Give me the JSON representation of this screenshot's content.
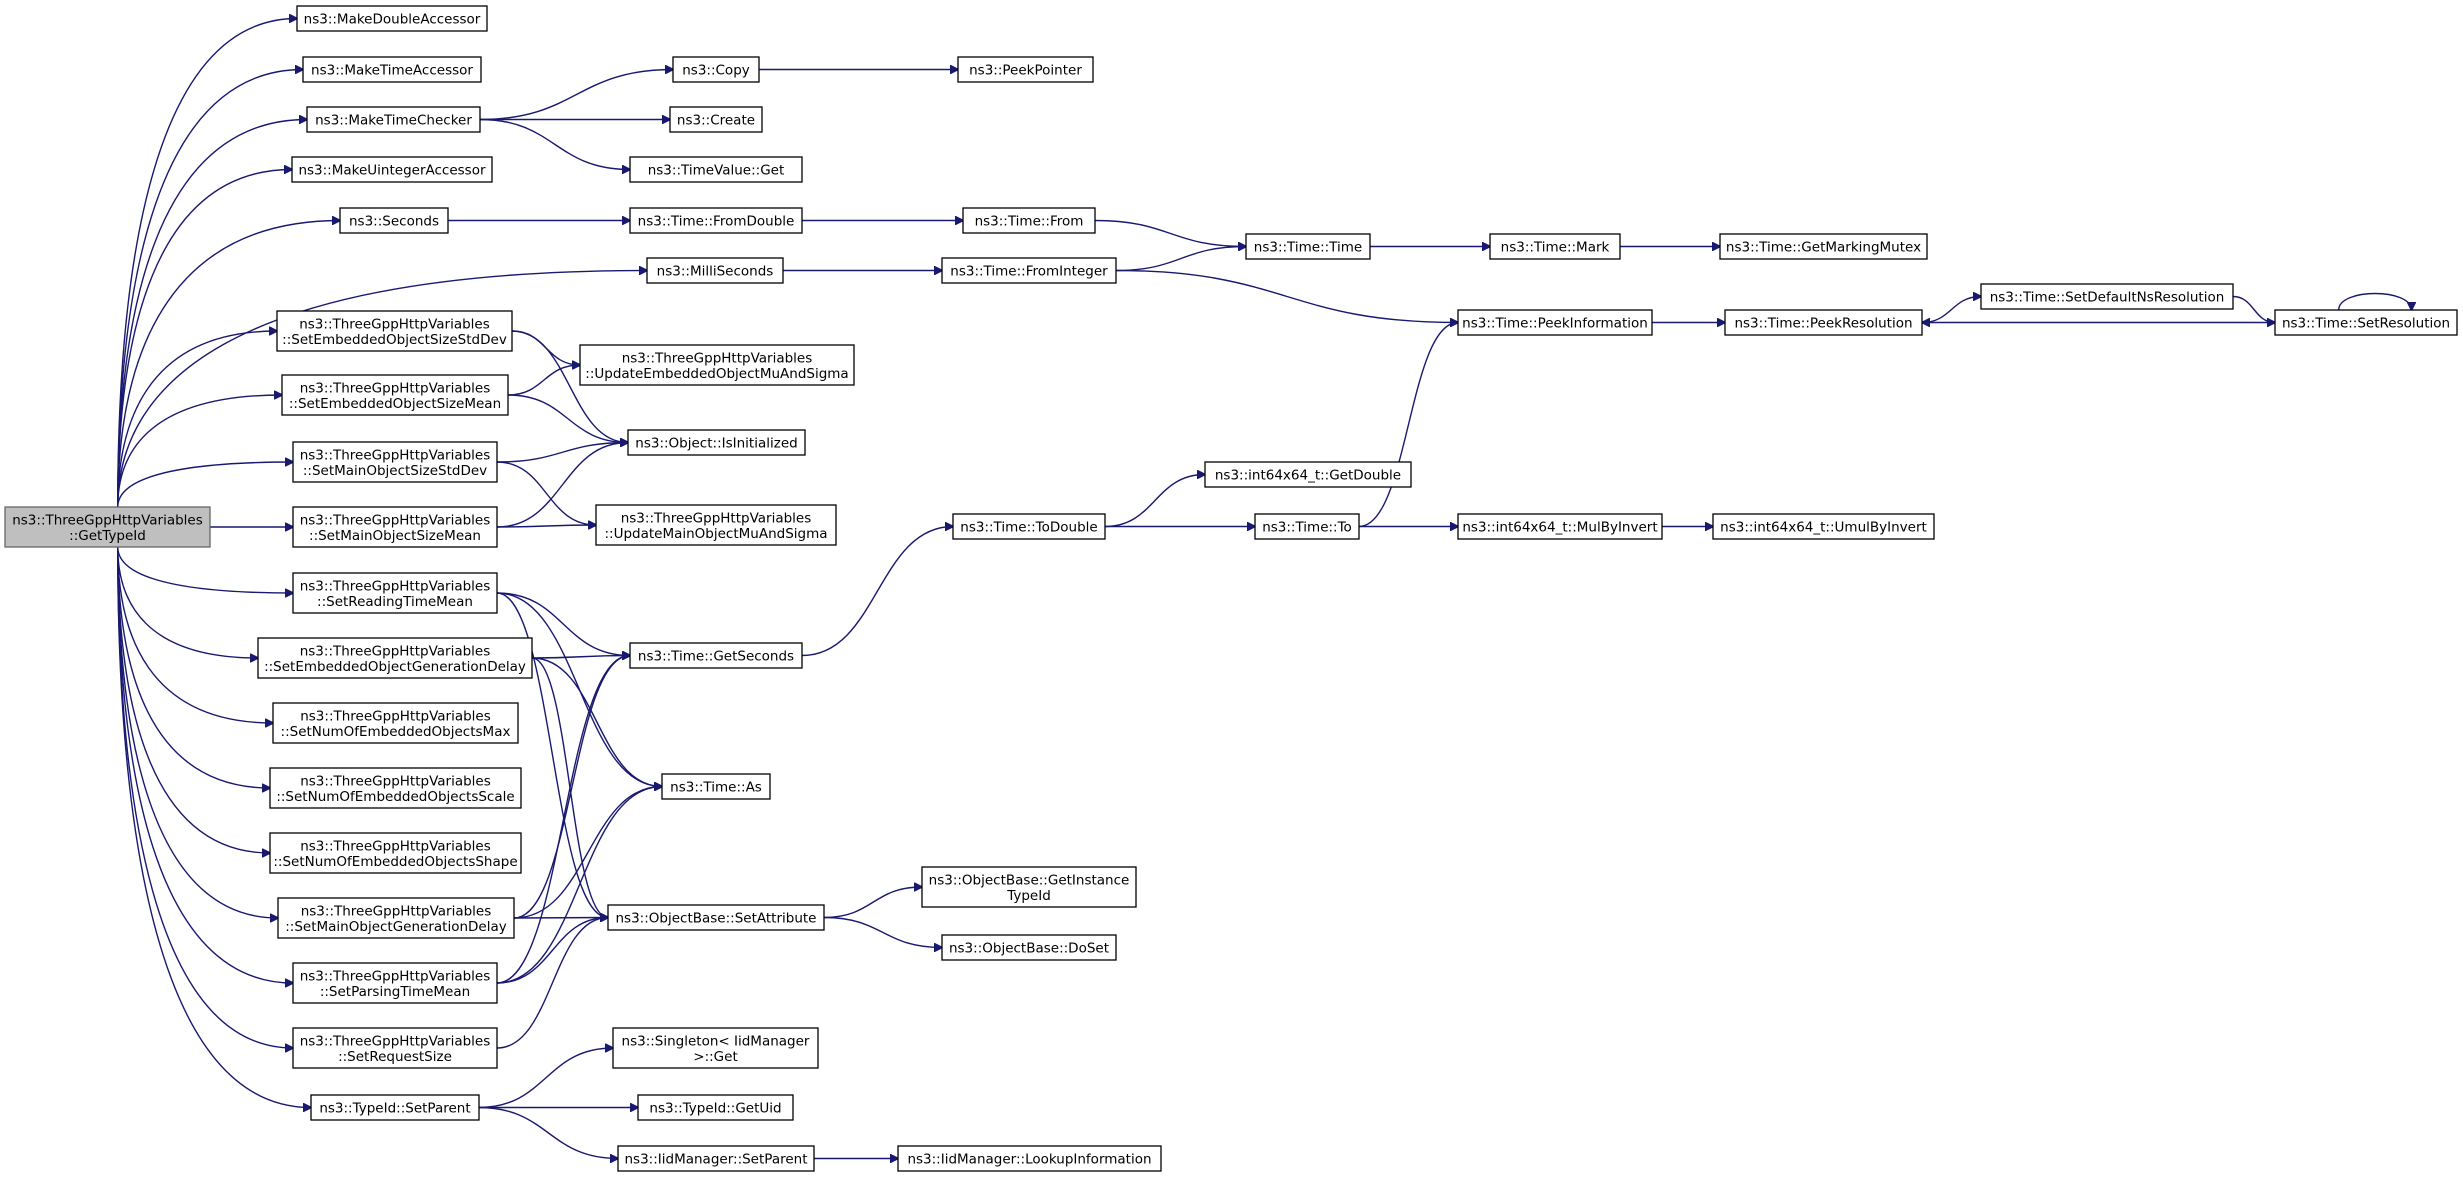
{
  "graph": {
    "root": "getTypeId",
    "nodes": [
      {
        "id": "getTypeId",
        "lines": [
          "ns3::ThreeGppHttpVariables",
          "::GetTypeId"
        ]
      },
      {
        "id": "makeDoubleAccessor",
        "lines": [
          "ns3::MakeDoubleAccessor"
        ]
      },
      {
        "id": "makeTimeAccessor",
        "lines": [
          "ns3::MakeTimeAccessor"
        ]
      },
      {
        "id": "makeTimeChecker",
        "lines": [
          "ns3::MakeTimeChecker"
        ]
      },
      {
        "id": "makeUintegerAccessor",
        "lines": [
          "ns3::MakeUintegerAccessor"
        ]
      },
      {
        "id": "seconds",
        "lines": [
          "ns3::Seconds"
        ]
      },
      {
        "id": "milliSeconds",
        "lines": [
          "ns3::MilliSeconds"
        ]
      },
      {
        "id": "setEmbObjSizeStdDev",
        "lines": [
          "ns3::ThreeGppHttpVariables",
          "::SetEmbeddedObjectSizeStdDev"
        ]
      },
      {
        "id": "setEmbObjSizeMean",
        "lines": [
          "ns3::ThreeGppHttpVariables",
          "::SetEmbeddedObjectSizeMean"
        ]
      },
      {
        "id": "setMainObjSizeStdDev",
        "lines": [
          "ns3::ThreeGppHttpVariables",
          "::SetMainObjectSizeStdDev"
        ]
      },
      {
        "id": "setMainObjSizeMean",
        "lines": [
          "ns3::ThreeGppHttpVariables",
          "::SetMainObjectSizeMean"
        ]
      },
      {
        "id": "setReadingTimeMean",
        "lines": [
          "ns3::ThreeGppHttpVariables",
          "::SetReadingTimeMean"
        ]
      },
      {
        "id": "setEmbObjGenDelay",
        "lines": [
          "ns3::ThreeGppHttpVariables",
          "::SetEmbeddedObjectGenerationDelay"
        ]
      },
      {
        "id": "setNumEmbObjMax",
        "lines": [
          "ns3::ThreeGppHttpVariables",
          "::SetNumOfEmbeddedObjectsMax"
        ]
      },
      {
        "id": "setNumEmbObjScale",
        "lines": [
          "ns3::ThreeGppHttpVariables",
          "::SetNumOfEmbeddedObjectsScale"
        ]
      },
      {
        "id": "setNumEmbObjShape",
        "lines": [
          "ns3::ThreeGppHttpVariables",
          "::SetNumOfEmbeddedObjectsShape"
        ]
      },
      {
        "id": "setMainObjGenDelay",
        "lines": [
          "ns3::ThreeGppHttpVariables",
          "::SetMainObjectGenerationDelay"
        ]
      },
      {
        "id": "setParsingTimeMean",
        "lines": [
          "ns3::ThreeGppHttpVariables",
          "::SetParsingTimeMean"
        ]
      },
      {
        "id": "setRequestSize",
        "lines": [
          "ns3::ThreeGppHttpVariables",
          "::SetRequestSize"
        ]
      },
      {
        "id": "typeIdSetParent",
        "lines": [
          "ns3::TypeId::SetParent"
        ]
      },
      {
        "id": "copy",
        "lines": [
          "ns3::Copy"
        ]
      },
      {
        "id": "create",
        "lines": [
          "ns3::Create"
        ]
      },
      {
        "id": "timeValueGet",
        "lines": [
          "ns3::TimeValue::Get"
        ]
      },
      {
        "id": "timeFromDouble",
        "lines": [
          "ns3::Time::FromDouble"
        ]
      },
      {
        "id": "updateEmbMuSigma",
        "lines": [
          "ns3::ThreeGppHttpVariables",
          "::UpdateEmbeddedObjectMuAndSigma"
        ]
      },
      {
        "id": "objectIsInitialized",
        "lines": [
          "ns3::Object::IsInitialized"
        ]
      },
      {
        "id": "updateMainMuSigma",
        "lines": [
          "ns3::ThreeGppHttpVariables",
          "::UpdateMainObjectMuAndSigma"
        ]
      },
      {
        "id": "timeGetSeconds",
        "lines": [
          "ns3::Time::GetSeconds"
        ]
      },
      {
        "id": "timeAs",
        "lines": [
          "ns3::Time::As"
        ]
      },
      {
        "id": "objectBaseSetAttribute",
        "lines": [
          "ns3::ObjectBase::SetAttribute"
        ]
      },
      {
        "id": "singletonGet",
        "lines": [
          "ns3::Singleton< IidManager",
          ">::Get"
        ]
      },
      {
        "id": "typeIdGetUid",
        "lines": [
          "ns3::TypeId::GetUid"
        ]
      },
      {
        "id": "iidManagerSetParent",
        "lines": [
          "ns3::IidManager::SetParent"
        ]
      },
      {
        "id": "peekPointer",
        "lines": [
          "ns3::PeekPointer"
        ]
      },
      {
        "id": "timeFrom",
        "lines": [
          "ns3::Time::From"
        ]
      },
      {
        "id": "timeFromInteger",
        "lines": [
          "ns3::Time::FromInteger"
        ]
      },
      {
        "id": "timeToDouble",
        "lines": [
          "ns3::Time::ToDouble"
        ]
      },
      {
        "id": "objectBaseGetInstanceTypeId",
        "lines": [
          "ns3::ObjectBase::GetInstance",
          "TypeId"
        ]
      },
      {
        "id": "objectBaseDoSet",
        "lines": [
          "ns3::ObjectBase::DoSet"
        ]
      },
      {
        "id": "iidManagerLookupInformation",
        "lines": [
          "ns3::IidManager::LookupInformation"
        ]
      },
      {
        "id": "timeTime",
        "lines": [
          "ns3::Time::Time"
        ]
      },
      {
        "id": "int64GetDouble",
        "lines": [
          "ns3::int64x64_t::GetDouble"
        ]
      },
      {
        "id": "timeTo",
        "lines": [
          "ns3::Time::To"
        ]
      },
      {
        "id": "timeMark",
        "lines": [
          "ns3::Time::Mark"
        ]
      },
      {
        "id": "timePeekInformation",
        "lines": [
          "ns3::Time::PeekInformation"
        ]
      },
      {
        "id": "int64MulByInvert",
        "lines": [
          "ns3::int64x64_t::MulByInvert"
        ]
      },
      {
        "id": "timeGetMarkingMutex",
        "lines": [
          "ns3::Time::GetMarkingMutex"
        ]
      },
      {
        "id": "timePeekResolution",
        "lines": [
          "ns3::Time::PeekResolution"
        ]
      },
      {
        "id": "int64UmulByInvert",
        "lines": [
          "ns3::int64x64_t::UmulByInvert"
        ]
      },
      {
        "id": "timeSetDefaultNsResolution",
        "lines": [
          "ns3::Time::SetDefaultNsResolution"
        ]
      },
      {
        "id": "timeSetResolution",
        "lines": [
          "ns3::Time::SetResolution"
        ]
      }
    ],
    "edges": [
      [
        "getTypeId",
        "makeDoubleAccessor"
      ],
      [
        "getTypeId",
        "makeTimeAccessor"
      ],
      [
        "getTypeId",
        "makeTimeChecker"
      ],
      [
        "getTypeId",
        "makeUintegerAccessor"
      ],
      [
        "getTypeId",
        "seconds"
      ],
      [
        "getTypeId",
        "milliSeconds"
      ],
      [
        "getTypeId",
        "setEmbObjSizeStdDev"
      ],
      [
        "getTypeId",
        "setEmbObjSizeMean"
      ],
      [
        "getTypeId",
        "setMainObjSizeStdDev"
      ],
      [
        "getTypeId",
        "setMainObjSizeMean"
      ],
      [
        "getTypeId",
        "setReadingTimeMean"
      ],
      [
        "getTypeId",
        "setEmbObjGenDelay"
      ],
      [
        "getTypeId",
        "setNumEmbObjMax"
      ],
      [
        "getTypeId",
        "setNumEmbObjScale"
      ],
      [
        "getTypeId",
        "setNumEmbObjShape"
      ],
      [
        "getTypeId",
        "setMainObjGenDelay"
      ],
      [
        "getTypeId",
        "setParsingTimeMean"
      ],
      [
        "getTypeId",
        "setRequestSize"
      ],
      [
        "getTypeId",
        "typeIdSetParent"
      ],
      [
        "makeTimeChecker",
        "copy"
      ],
      [
        "makeTimeChecker",
        "create"
      ],
      [
        "makeTimeChecker",
        "timeValueGet"
      ],
      [
        "copy",
        "peekPointer"
      ],
      [
        "seconds",
        "timeFromDouble"
      ],
      [
        "timeFromDouble",
        "timeFrom"
      ],
      [
        "timeFrom",
        "timeTime"
      ],
      [
        "milliSeconds",
        "timeFromInteger"
      ],
      [
        "timeFromInteger",
        "timeTime"
      ],
      [
        "timeFromInteger",
        "timePeekInformation"
      ],
      [
        "timeTime",
        "timeMark"
      ],
      [
        "timeMark",
        "timeGetMarkingMutex"
      ],
      [
        "timePeekInformation",
        "timePeekResolution"
      ],
      [
        "timePeekResolution",
        "timeSetDefaultNsResolution"
      ],
      [
        "timeSetDefaultNsResolution",
        "timeSetResolution"
      ],
      [
        "timeSetResolution",
        "timePeekResolution"
      ],
      [
        "timeSetResolution",
        "timeSetResolution"
      ],
      [
        "setEmbObjSizeStdDev",
        "updateEmbMuSigma"
      ],
      [
        "setEmbObjSizeStdDev",
        "objectIsInitialized"
      ],
      [
        "setEmbObjSizeMean",
        "updateEmbMuSigma"
      ],
      [
        "setEmbObjSizeMean",
        "objectIsInitialized"
      ],
      [
        "setMainObjSizeStdDev",
        "objectIsInitialized"
      ],
      [
        "setMainObjSizeStdDev",
        "updateMainMuSigma"
      ],
      [
        "setMainObjSizeMean",
        "objectIsInitialized"
      ],
      [
        "setMainObjSizeMean",
        "updateMainMuSigma"
      ],
      [
        "setReadingTimeMean",
        "timeGetSeconds"
      ],
      [
        "setReadingTimeMean",
        "timeAs"
      ],
      [
        "setReadingTimeMean",
        "objectBaseSetAttribute"
      ],
      [
        "setEmbObjGenDelay",
        "timeGetSeconds"
      ],
      [
        "setEmbObjGenDelay",
        "timeAs"
      ],
      [
        "setEmbObjGenDelay",
        "objectBaseSetAttribute"
      ],
      [
        "setMainObjGenDelay",
        "timeGetSeconds"
      ],
      [
        "setMainObjGenDelay",
        "timeAs"
      ],
      [
        "setMainObjGenDelay",
        "objectBaseSetAttribute"
      ],
      [
        "setParsingTimeMean",
        "timeGetSeconds"
      ],
      [
        "setParsingTimeMean",
        "timeAs"
      ],
      [
        "setParsingTimeMean",
        "objectBaseSetAttribute"
      ],
      [
        "setRequestSize",
        "objectBaseSetAttribute"
      ],
      [
        "timeGetSeconds",
        "timeToDouble"
      ],
      [
        "timeToDouble",
        "int64GetDouble"
      ],
      [
        "timeToDouble",
        "timeTo"
      ],
      [
        "timeTo",
        "timePeekInformation"
      ],
      [
        "timeTo",
        "int64MulByInvert"
      ],
      [
        "int64MulByInvert",
        "int64UmulByInvert"
      ],
      [
        "objectBaseSetAttribute",
        "objectBaseGetInstanceTypeId"
      ],
      [
        "objectBaseSetAttribute",
        "objectBaseDoSet"
      ],
      [
        "typeIdSetParent",
        "singletonGet"
      ],
      [
        "typeIdSetParent",
        "typeIdGetUid"
      ],
      [
        "typeIdSetParent",
        "iidManagerSetParent"
      ],
      [
        "iidManagerSetParent",
        "iidManagerLookupInformation"
      ]
    ]
  }
}
